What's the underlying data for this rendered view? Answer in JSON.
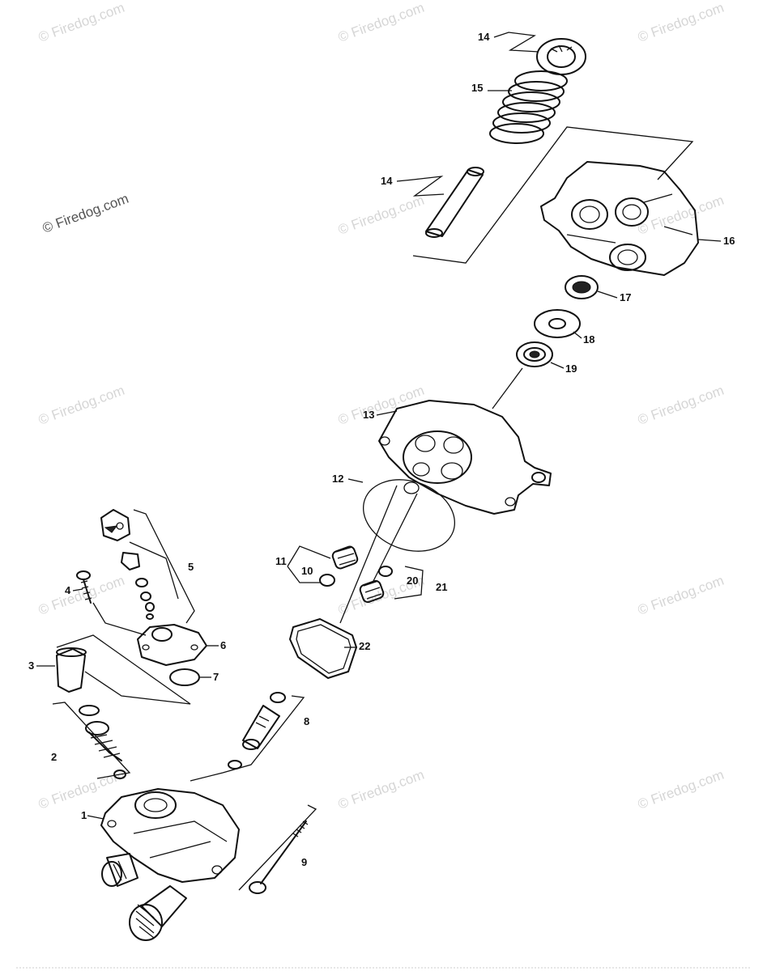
{
  "watermarks": {
    "primary": "© Firedog.com",
    "repeat": "© Firedog.com"
  },
  "labels": [
    "1",
    "2",
    "3",
    "4",
    "5",
    "6",
    "7",
    "8",
    "9",
    "10",
    "11",
    "12",
    "13",
    "14",
    "14",
    "15",
    "16",
    "17",
    "18",
    "19",
    "20",
    "21",
    "22"
  ],
  "colors": {
    "line": "#111111",
    "watermark": "#d6d6d6",
    "watermark_dark": "#555555"
  }
}
